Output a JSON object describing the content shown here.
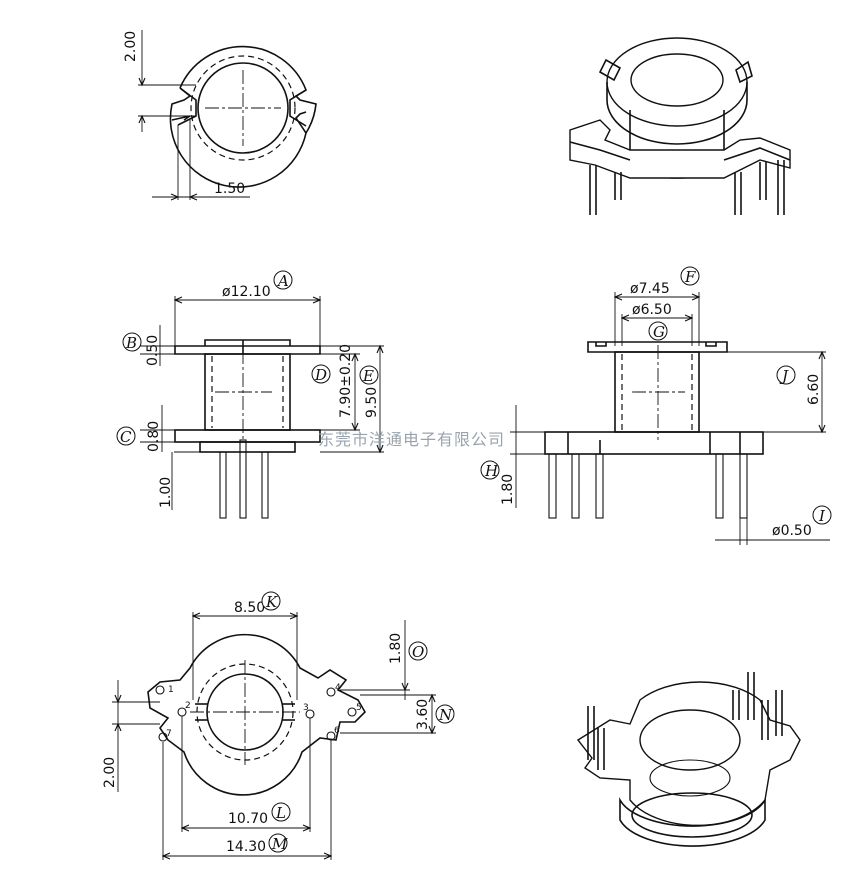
{
  "top_view": {
    "dim_height": "2.00",
    "dim_width": "1.50"
  },
  "front_view": {
    "dia_a": "ø12.10",
    "label_a": "A",
    "label_b": "B",
    "dim_b": "0.50",
    "label_d": "D",
    "dim_d": "7.90±0.20",
    "label_e": "E",
    "dim_e": "9.50",
    "label_c": "C",
    "dim_c": "0.80",
    "dim_pin": "1.00"
  },
  "side_view": {
    "dia_f": "ø7.45",
    "label_f": "F",
    "dia_g": "ø6.50",
    "label_g": "G",
    "label_j": "J",
    "dim_j": "6.60",
    "label_h": "H",
    "dim_h": "1.80",
    "dia_i": "ø0.50",
    "label_i": "I"
  },
  "bottom_view": {
    "dim_k": "8.50",
    "label_k": "K",
    "dim_o": "1.80",
    "label_o": "O",
    "dim_n": "3.60",
    "label_n": "N",
    "dim_left": "2.00",
    "dim_l": "10.70",
    "label_l": "L",
    "dim_m": "14.30",
    "label_m": "M",
    "pins": [
      "1",
      "2",
      "7",
      "4",
      "3",
      "5",
      "6"
    ]
  },
  "watermark": "东莞市洋通电子有限公司"
}
